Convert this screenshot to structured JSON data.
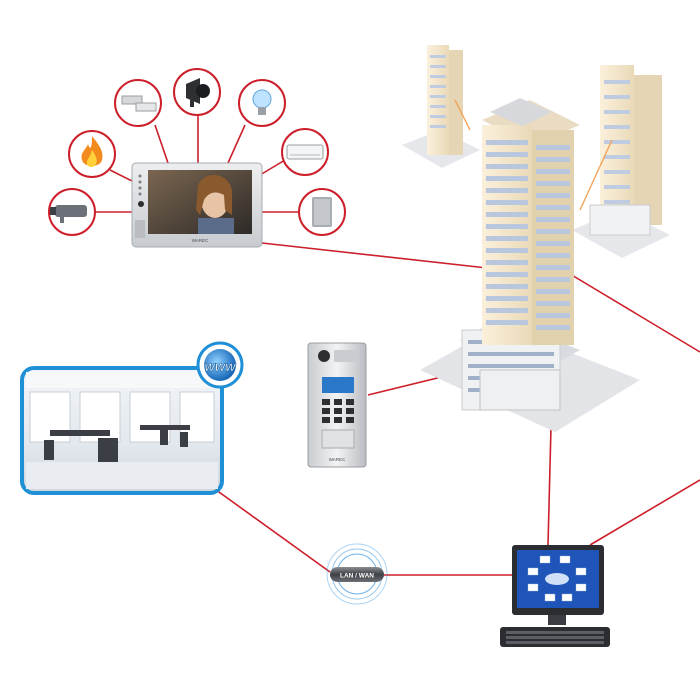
{
  "colors": {
    "link": "#cc1f2a",
    "building_cream": "#f6e9cf",
    "building_shadow": "#d9cdb5",
    "building_window": "#b9c7de",
    "building_orange_line": "#f3a45a",
    "office_frame": "#1f8fd6",
    "monitor_panel": "#d8dadd",
    "screen_blue": "#1f55b8",
    "screen_bg": "#3a3a3a"
  },
  "devices": {
    "monitor_brand": "WAREC",
    "door_panel_brand": "WAREC",
    "network_label": "LAN / WAN",
    "web_badge": "WWW"
  },
  "peripherals": [
    {
      "name": "camera",
      "icon": "cctv-camera-icon"
    },
    {
      "name": "fire",
      "icon": "fire-icon"
    },
    {
      "name": "sensor",
      "icon": "door-sensor-icon"
    },
    {
      "name": "siren",
      "icon": "siren-icon"
    },
    {
      "name": "light",
      "icon": "light-bulb-icon"
    },
    {
      "name": "ac",
      "icon": "air-conditioner-icon"
    },
    {
      "name": "reader",
      "icon": "card-reader-icon"
    }
  ]
}
